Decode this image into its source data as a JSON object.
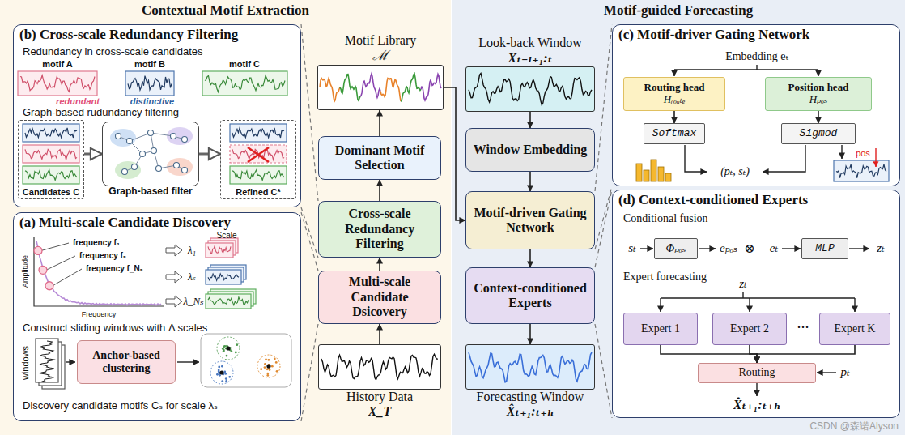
{
  "diagram": {
    "nodes": [
      {
        "text": [
          "Contextual Motif Extraction"
        ]
      },
      {
        "text": [
          "(b) Cross-scale Redundancy Filtering"
        ],
        "in": 0
      },
      {
        "text": [
          "Candidates C"
        ],
        "in": 1
      },
      {
        "text": [
          "Graph-based filter"
        ],
        "in": 1
      },
      {
        "text": [
          "Refined C*"
        ],
        "in": 1
      },
      {
        "text": [
          "(a) Multi-scale Candidate Discovery"
        ],
        "in": 0
      },
      {
        "text": [
          "Anchor-based clustering"
        ],
        "in": 5
      },
      {
        "text": [
          "Motif Library",
          "ℳ"
        ],
        "in": 0
      },
      {
        "text": [
          "Dominant Motif Selection"
        ],
        "in": 0
      },
      {
        "text": [
          "Cross-scale Redundancy Filtering"
        ],
        "in": 0
      },
      {
        "text": [
          "Multi-scale Candidate Dsicovery"
        ],
        "in": 0
      },
      {
        "text": [
          "History Data",
          "X_T"
        ],
        "in": 0
      },
      {
        "text": [
          "Motif-guided Forecasting"
        ]
      },
      {
        "text": [
          "Look-back Window",
          "Xₜ₋ₗ₊₁:ₜ"
        ],
        "in": 12
      },
      {
        "text": [
          "Window Embedding"
        ],
        "in": 12
      },
      {
        "text": [
          "Motif-driven Gating Network"
        ],
        "in": 12
      },
      {
        "text": [
          "Context-conditioned Experts"
        ],
        "in": 12
      },
      {
        "text": [
          "Forecasting Window",
          "X̂ₜ₊₁:ₜ₊ₕ"
        ],
        "in": 12
      },
      {
        "text": [
          "(c) Motif-driver Gating Network"
        ],
        "in": 12
      },
      {
        "text": [
          "Routing head",
          "Hᵣₒᵤₜₑ"
        ],
        "in": 18
      },
      {
        "text": [
          "Position head",
          "Hₚₒₛ"
        ],
        "in": 18
      },
      {
        "text": [
          "Softmax"
        ],
        "in": 18
      },
      {
        "text": [
          "Sigmod"
        ],
        "in": 18
      },
      {
        "text": [
          "(d) Context-conditioned Experts"
        ],
        "in": 12
      },
      {
        "text": [
          "Φₚₒₛ"
        ],
        "in": 23
      },
      {
        "text": [
          "MLP"
        ],
        "in": 23
      },
      {
        "text": [
          "Expert 1"
        ],
        "in": 23
      },
      {
        "text": [
          "Expert 2"
        ],
        "in": 23
      },
      {
        "text": [
          "Expert K"
        ],
        "in": 23
      },
      {
        "text": [
          "Routing"
        ],
        "in": 23
      }
    ],
    "edges": [
      {
        "from": 2,
        "to": 3,
        "arrow": "to"
      },
      {
        "from": 3,
        "to": 4,
        "arrow": "to"
      },
      {
        "from": 11,
        "to": 10,
        "arrow": "to"
      },
      {
        "from": 10,
        "to": 9,
        "arrow": "to"
      },
      {
        "from": 9,
        "to": 8,
        "arrow": "to"
      },
      {
        "from": 8,
        "to": 7,
        "arrow": "to"
      },
      {
        "from": 7,
        "to": 15,
        "arrow": "to"
      },
      {
        "from": 13,
        "to": 14,
        "arrow": "to"
      },
      {
        "from": 14,
        "to": 15,
        "arrow": "to"
      },
      {
        "from": 15,
        "to": 16,
        "arrow": "to"
      },
      {
        "from": 16,
        "to": 17,
        "arrow": "to"
      },
      {
        "from": 1,
        "to": 9,
        "arrow": "none"
      },
      {
        "from": 5,
        "to": 10,
        "arrow": "none"
      },
      {
        "from": 15,
        "to": 18,
        "arrow": "none"
      },
      {
        "from": 16,
        "to": 23,
        "arrow": "none"
      },
      {
        "from": 19,
        "to": 21,
        "arrow": "to"
      },
      {
        "from": 20,
        "to": 22,
        "arrow": "to"
      },
      {
        "from": 26,
        "to": 29,
        "arrow": "to"
      },
      {
        "from": 27,
        "to": 29,
        "arrow": "to"
      },
      {
        "from": 28,
        "to": 29,
        "arrow": "to"
      }
    ],
    "labels": [
      "Redundancy in cross-scale candidates",
      "motif A",
      "motif B",
      "motif C",
      "redundant",
      "distinctive",
      "Graph-based rudundancy filtering",
      "frequency f₁",
      "frequency fₛ",
      "frequency f_Nₛ",
      "Scale",
      "λ₁",
      "λₛ",
      "λ_Nₛ",
      "Amplitude",
      "Frequency",
      "Construct sliding windows with Λ scales",
      "windows",
      "Discovery candidate motifs Cₛ for scale λₛ",
      "Embedding eₜ",
      "(pₜ, sₜ)",
      "pos",
      "Conditional fusion",
      "sₜ",
      "eₚₒₛ",
      "⊗",
      "eₜ",
      "zₜ",
      "Expert forecasting",
      "zₜ",
      "···",
      "pₜ",
      "X̂ₜ₊₁:ₜ₊ₕ",
      "CSDN @森诺Alyson"
    ]
  }
}
